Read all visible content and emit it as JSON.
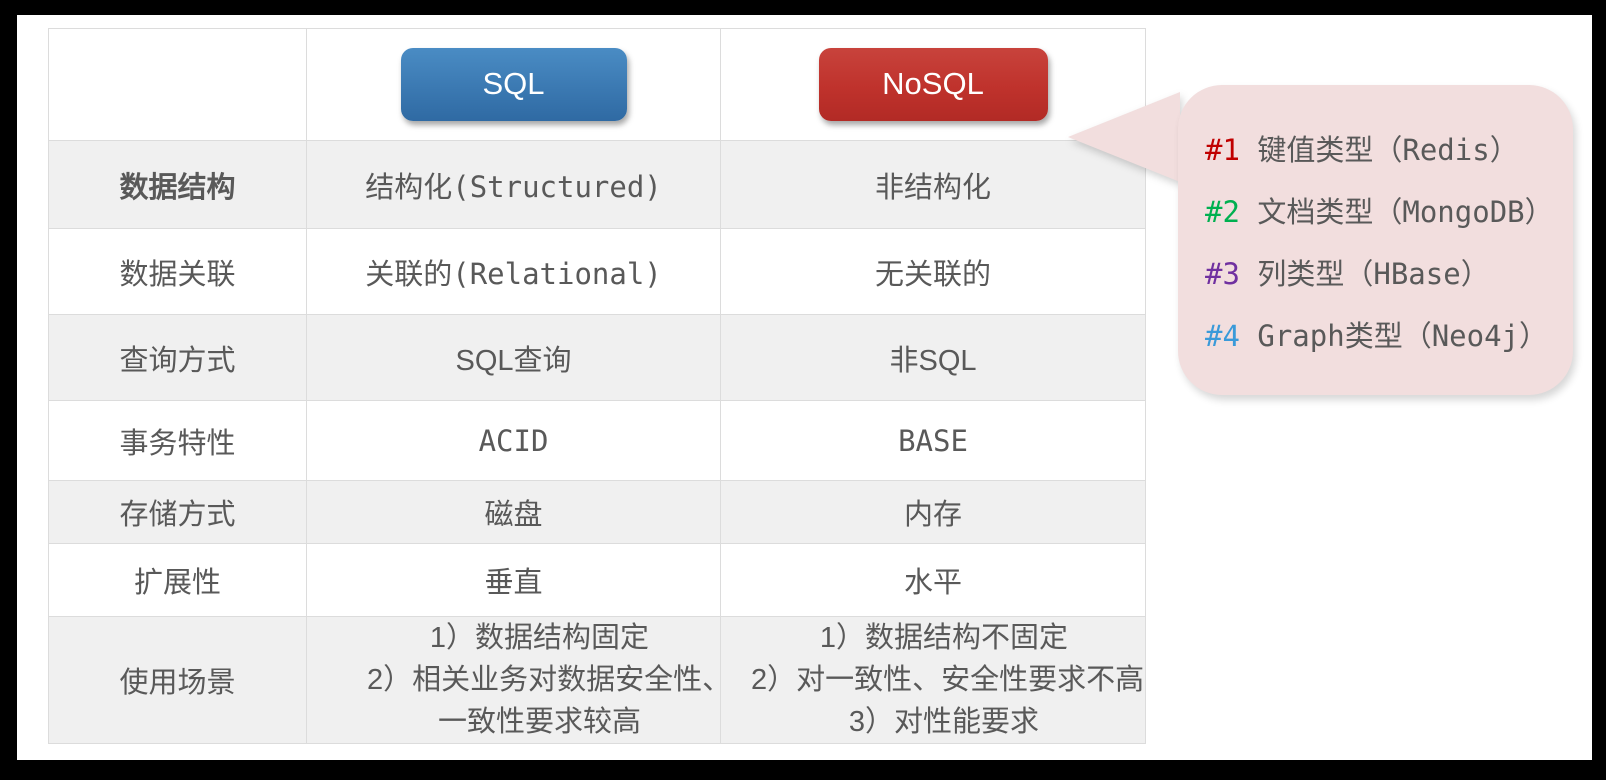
{
  "table": {
    "header": {
      "label_col": "",
      "sql_button": "SQL",
      "nosql_button": "NoSQL",
      "sql_color": "#3b79b2",
      "nosql_color": "#bf322c"
    },
    "columns": [
      "",
      "SQL",
      "NoSQL"
    ],
    "rows": [
      {
        "label": "数据结构",
        "sql": "结构化(Structured)",
        "nosql": "非结构化"
      },
      {
        "label": "数据关联",
        "sql": "关联的(Relational)",
        "nosql": "无关联的"
      },
      {
        "label": "查询方式",
        "sql": "SQL查询",
        "nosql": "非SQL"
      },
      {
        "label": "事务特性",
        "sql": "ACID",
        "nosql": "BASE"
      },
      {
        "label": "存储方式",
        "sql": "磁盘",
        "nosql": "内存"
      },
      {
        "label": "扩展性",
        "sql": "垂直",
        "nosql": "水平"
      }
    ],
    "scenario_row": {
      "label": "使用场景",
      "sql_lines": [
        "1）数据结构固定",
        "2）相关业务对数据安全性、",
        "一致性要求较高"
      ],
      "nosql_lines": [
        "1）数据结构不固定",
        "2）对一致性、安全性要求不高",
        "3）对性能要求"
      ]
    }
  },
  "callout": {
    "background": "#f2dede",
    "items": [
      {
        "tag": "#1",
        "tag_color": "#c00000",
        "text": "键值类型（Redis）"
      },
      {
        "tag": "#2",
        "tag_color": "#00b050",
        "text": "文档类型（MongoDB）"
      },
      {
        "tag": "#3",
        "tag_color": "#7030a0",
        "text": "列类型（HBase）"
      },
      {
        "tag": "#4",
        "tag_color": "#3a9ad9",
        "text": "Graph类型（Neo4j）"
      }
    ]
  }
}
